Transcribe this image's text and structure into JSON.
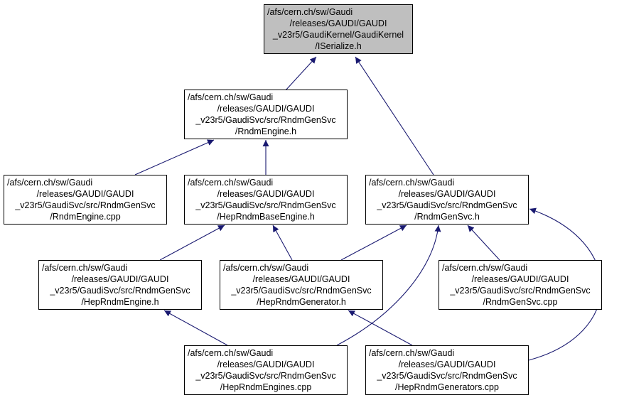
{
  "colors": {
    "edge": "#191970",
    "root_fill": "#bfbfbf",
    "node_fill": "#ffffff",
    "border": "#000000"
  },
  "nodes": {
    "iserialize": {
      "lines": [
        "/afs/cern.ch/sw/Gaudi",
        "/releases/GAUDI/GAUDI",
        "_v23r5/GaudiKernel/GaudiKernel",
        "/ISerialize.h"
      ]
    },
    "rndmengine_h": {
      "lines": [
        "/afs/cern.ch/sw/Gaudi",
        "/releases/GAUDI/GAUDI",
        "_v23r5/GaudiSvc/src/RndmGenSvc",
        "/RndmEngine.h"
      ]
    },
    "rndmengine_cpp": {
      "lines": [
        "/afs/cern.ch/sw/Gaudi",
        "/releases/GAUDI/GAUDI",
        "_v23r5/GaudiSvc/src/RndmGenSvc",
        "/RndmEngine.cpp"
      ]
    },
    "heprndmbaseengine_h": {
      "lines": [
        "/afs/cern.ch/sw/Gaudi",
        "/releases/GAUDI/GAUDI",
        "_v23r5/GaudiSvc/src/RndmGenSvc",
        "/HepRndmBaseEngine.h"
      ]
    },
    "rndmgensvc_h": {
      "lines": [
        "/afs/cern.ch/sw/Gaudi",
        "/releases/GAUDI/GAUDI",
        "_v23r5/GaudiSvc/src/RndmGenSvc",
        "/RndmGenSvc.h"
      ]
    },
    "heprndmengine_h": {
      "lines": [
        "/afs/cern.ch/sw/Gaudi",
        "/releases/GAUDI/GAUDI",
        "_v23r5/GaudiSvc/src/RndmGenSvc",
        "/HepRndmEngine.h"
      ]
    },
    "heprndmgenerator_h": {
      "lines": [
        "/afs/cern.ch/sw/Gaudi",
        "/releases/GAUDI/GAUDI",
        "_v23r5/GaudiSvc/src/RndmGenSvc",
        "/HepRndmGenerator.h"
      ]
    },
    "rndmgensvc_cpp": {
      "lines": [
        "/afs/cern.ch/sw/Gaudi",
        "/releases/GAUDI/GAUDI",
        "_v23r5/GaudiSvc/src/RndmGenSvc",
        "/RndmGenSvc.cpp"
      ]
    },
    "heprndmengines_cpp": {
      "lines": [
        "/afs/cern.ch/sw/Gaudi",
        "/releases/GAUDI/GAUDI",
        "_v23r5/GaudiSvc/src/RndmGenSvc",
        "/HepRndmEngines.cpp"
      ]
    },
    "heprndmgenerators_cpp": {
      "lines": [
        "/afs/cern.ch/sw/Gaudi",
        "/releases/GAUDI/GAUDI",
        "_v23r5/GaudiSvc/src/RndmGenSvc",
        "/HepRndmGenerators.cpp"
      ]
    }
  }
}
